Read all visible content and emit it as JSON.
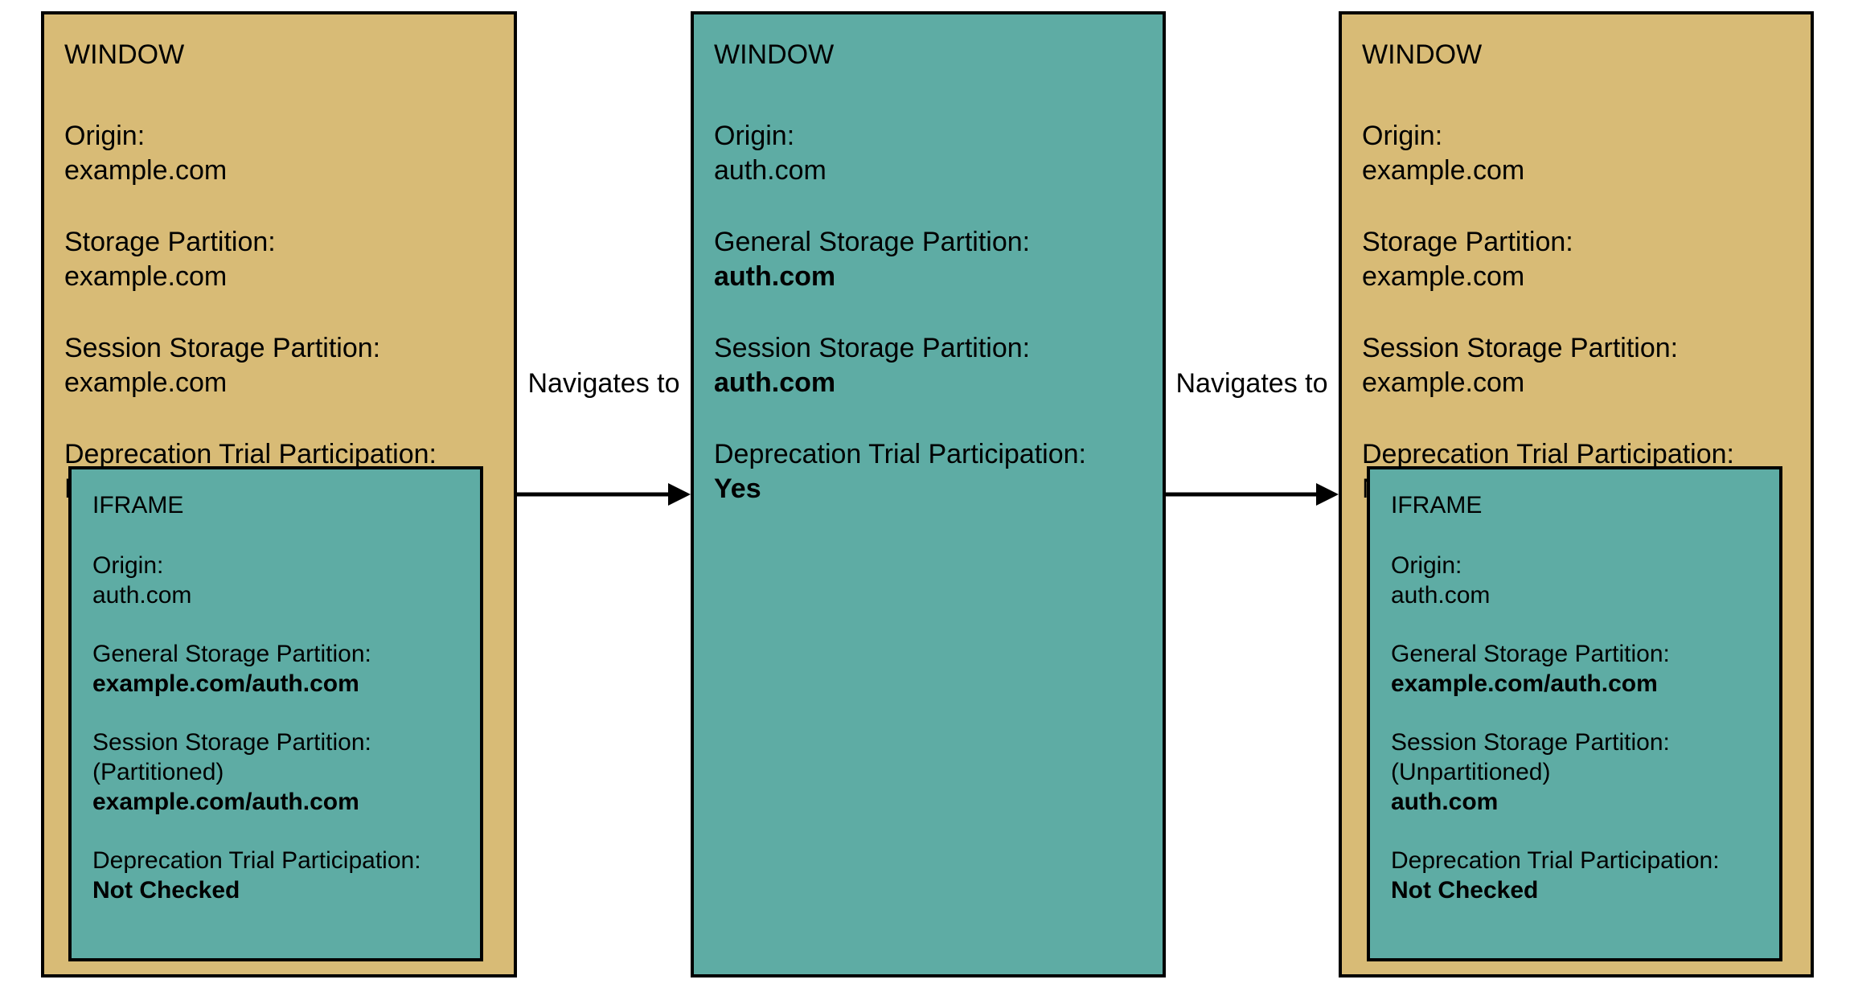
{
  "colors": {
    "window_fill": "#d8bb76",
    "iframe_fill": "#5eaca4",
    "border": "#000000",
    "text": "#000000",
    "background": "#ffffff"
  },
  "arrows": [
    {
      "label": "Navigates to"
    },
    {
      "label": "Navigates to"
    }
  ],
  "panels": [
    {
      "title": "WINDOW",
      "sections": [
        {
          "label": "Origin:",
          "value": "example.com"
        },
        {
          "label": "Storage Partition:",
          "value": "example.com"
        },
        {
          "label": "Session Storage Partition:",
          "value": "example.com"
        },
        {
          "label": "Deprecation Trial Participation:",
          "value": "No"
        }
      ],
      "iframe": {
        "title": "IFRAME",
        "sections": [
          {
            "label": "Origin:",
            "value": "auth.com"
          },
          {
            "label": "General Storage Partition:",
            "value": "example.com/auth.com"
          },
          {
            "label": "Session Storage Partition:",
            "note": "(Partitioned)",
            "value": "example.com/auth.com"
          },
          {
            "label": "Deprecation Trial Participation:",
            "value": "Not Checked"
          }
        ]
      }
    },
    {
      "title": "WINDOW",
      "sections": [
        {
          "label": "Origin:",
          "value": "auth.com"
        },
        {
          "label": "General Storage Partition:",
          "value": "auth.com"
        },
        {
          "label": "Session Storage Partition:",
          "value": "auth.com"
        },
        {
          "label": "Deprecation Trial Participation:",
          "value": "Yes"
        }
      ]
    },
    {
      "title": "WINDOW",
      "sections": [
        {
          "label": "Origin:",
          "value": "example.com"
        },
        {
          "label": "Storage Partition:",
          "value": "example.com"
        },
        {
          "label": "Session Storage Partition:",
          "value": "example.com"
        },
        {
          "label": "Deprecation Trial Participation:",
          "value": "No"
        }
      ],
      "iframe": {
        "title": "IFRAME",
        "sections": [
          {
            "label": "Origin:",
            "value": "auth.com"
          },
          {
            "label": "General Storage Partition:",
            "value": "example.com/auth.com"
          },
          {
            "label": "Session Storage Partition:",
            "note": "(Unpartitioned)",
            "value": "auth.com"
          },
          {
            "label": "Deprecation Trial Participation:",
            "value": "Not Checked"
          }
        ]
      }
    }
  ]
}
